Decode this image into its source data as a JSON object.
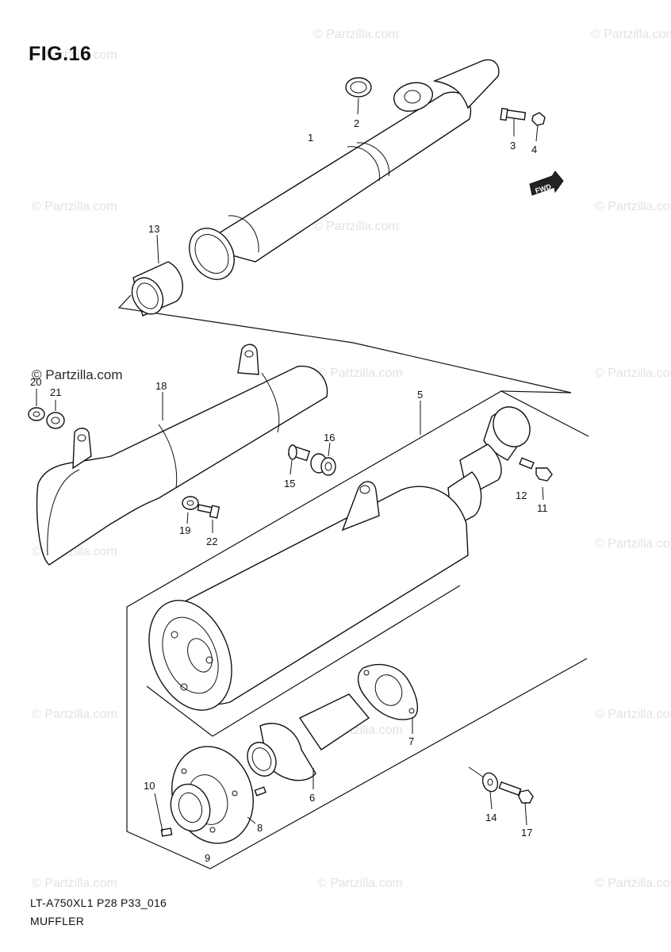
{
  "figure": {
    "title": "FIG.16",
    "code": "LT-A750XL1 P28 P33_016",
    "name": "MUFFLER"
  },
  "watermark": {
    "text": "© Partzilla.com",
    "featured_text": "© Partzilla.com"
  },
  "direction_tag": "FWD",
  "callouts": [
    {
      "id": "c1",
      "label": "1"
    },
    {
      "id": "c2",
      "label": "2"
    },
    {
      "id": "c3",
      "label": "3"
    },
    {
      "id": "c4",
      "label": "4"
    },
    {
      "id": "c13",
      "label": "13"
    },
    {
      "id": "c20",
      "label": "20"
    },
    {
      "id": "c21",
      "label": "21"
    },
    {
      "id": "c18",
      "label": "18"
    },
    {
      "id": "c5",
      "label": "5"
    },
    {
      "id": "c16",
      "label": "16"
    },
    {
      "id": "c15",
      "label": "15"
    },
    {
      "id": "c12",
      "label": "12"
    },
    {
      "id": "c11",
      "label": "11"
    },
    {
      "id": "c19",
      "label": "19"
    },
    {
      "id": "c22",
      "label": "22"
    },
    {
      "id": "c7",
      "label": "7"
    },
    {
      "id": "c6",
      "label": "6"
    },
    {
      "id": "c10",
      "label": "10"
    },
    {
      "id": "c8",
      "label": "8"
    },
    {
      "id": "c9",
      "label": "9"
    },
    {
      "id": "c14",
      "label": "14"
    },
    {
      "id": "c17",
      "label": "17"
    }
  ]
}
